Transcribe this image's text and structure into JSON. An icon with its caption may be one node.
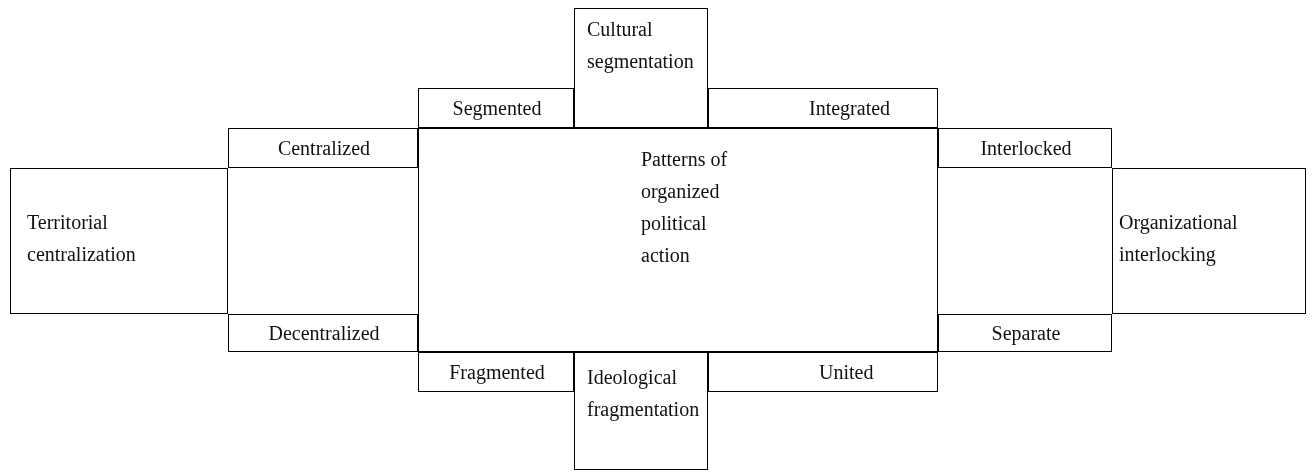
{
  "diagram": {
    "nodes": [
      {
        "text": [
          "Patterns of organized political action"
        ]
      },
      {
        "text": [
          "Cultural segmentation"
        ]
      },
      {
        "text": [
          "Segmented"
        ]
      },
      {
        "text": [
          "Integrated"
        ]
      },
      {
        "text": [
          "Centralized"
        ]
      },
      {
        "text": [
          "Territorial centralization"
        ]
      },
      {
        "text": [
          "Decentralized"
        ]
      },
      {
        "text": [
          "Interlocked"
        ]
      },
      {
        "text": [
          "Organizational interlocking"
        ]
      },
      {
        "text": [
          "Separate"
        ]
      },
      {
        "text": [
          "Fragmented"
        ]
      },
      {
        "text": [
          "Ideological fragmentation"
        ]
      },
      {
        "text": [
          "United"
        ]
      }
    ]
  }
}
